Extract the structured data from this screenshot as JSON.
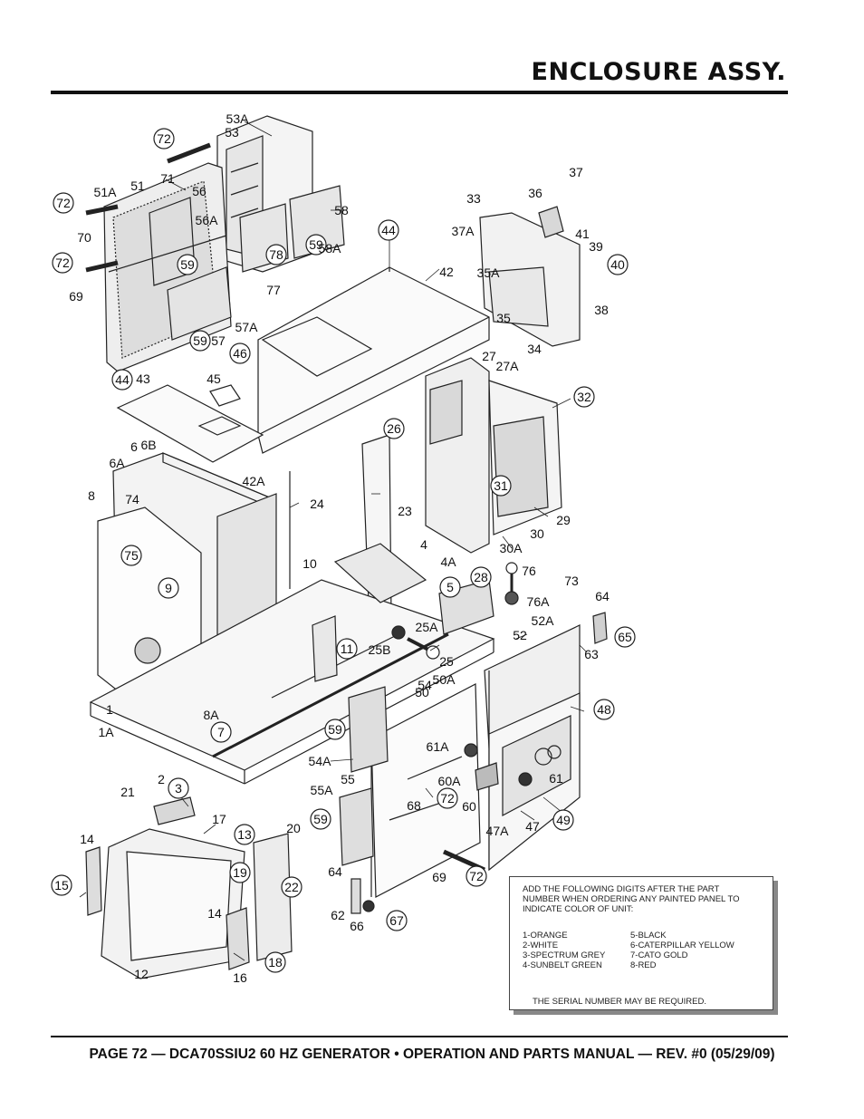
{
  "page_title": "ENCLOSURE ASSY.",
  "footer": "PAGE 72 — DCA70SSIU2 60 HZ GENERATOR • OPERATION AND PARTS MANUAL — REV. #0 (05/29/09)",
  "note": {
    "intro": "ADD THE FOLLOWING DIGITS AFTER THE PART NUMBER WHEN ORDERING ANY PAINTED PANEL TO INDICATE COLOR OF UNIT:",
    "colors_left": [
      "1-ORANGE",
      "2-WHITE",
      "3-SPECTRUM GREY",
      "4-SUNBELT GREEN"
    ],
    "colors_right": [
      "5-BLACK",
      "6-CATERPILLAR YELLOW",
      "7-CATO GOLD",
      "8-RED"
    ],
    "serial": "THE SERIAL NUMBER MAY BE REQUIRED."
  },
  "callouts": {
    "circled": [
      "72",
      "72",
      "72",
      "59",
      "59",
      "59",
      "78",
      "44",
      "46",
      "44",
      "40",
      "32",
      "26",
      "31",
      "75",
      "9",
      "28",
      "5",
      "11",
      "7",
      "65",
      "48",
      "59",
      "72",
      "3",
      "13",
      "19",
      "22",
      "15",
      "18",
      "59",
      "67",
      "72",
      "49"
    ],
    "plain": [
      "53A",
      "53",
      "71",
      "51",
      "56",
      "51A",
      "56A",
      "58",
      "70",
      "58A",
      "69",
      "77",
      "57A",
      "57",
      "43",
      "45",
      "37",
      "36",
      "33",
      "41",
      "37A",
      "39",
      "42",
      "35A",
      "35",
      "38",
      "34",
      "27",
      "27A",
      "6",
      "6B",
      "6A",
      "8",
      "74",
      "42A",
      "24",
      "23",
      "29",
      "30",
      "30A",
      "10",
      "4",
      "4A",
      "76",
      "76A",
      "25A",
      "25B",
      "25",
      "73",
      "64",
      "52A",
      "52",
      "63",
      "54",
      "50A",
      "50",
      "1",
      "8A",
      "1A",
      "54A",
      "61A",
      "55",
      "2",
      "60A",
      "61",
      "55A",
      "68",
      "60",
      "21",
      "17",
      "20",
      "14",
      "47A",
      "47",
      "64",
      "69",
      "14",
      "62",
      "66",
      "12",
      "16"
    ]
  }
}
